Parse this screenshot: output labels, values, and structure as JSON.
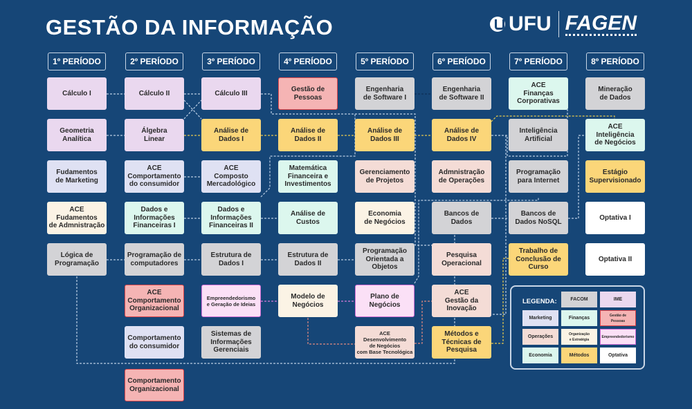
{
  "title": "GESTÃO DA INFORMAÇÃO",
  "logo": {
    "ufu": "UFU",
    "fagen": "FAGEN"
  },
  "categories": {
    "facom": {
      "bg": "#d3d3d6",
      "border": "#d3d3d6"
    },
    "ime": {
      "bg": "#ead8ef",
      "border": "#ead8ef"
    },
    "marketing": {
      "bg": "#dfe1f3",
      "border": "#dfe1f3"
    },
    "financas": {
      "bg": "#dcf7ee",
      "border": "#dcf7ee"
    },
    "gestao": {
      "bg": "#f5b4b4",
      "border": "#e2474a"
    },
    "operacoes": {
      "bg": "#f4dcd6",
      "border": "#f4dcd6"
    },
    "organizacao": {
      "bg": "#fbf3e5",
      "border": "#fbf3e5"
    },
    "empreendedorismo": {
      "bg": "#fbe0f6",
      "border": "#d46ed6"
    },
    "economia": {
      "bg": "#dcf7ee",
      "border": "#dcf7ee"
    },
    "metodos": {
      "bg": "#fbd679",
      "border": "#fbd679"
    },
    "optativa": {
      "bg": "#ffffff",
      "border": "#ffffff"
    }
  },
  "columns": [
    {
      "header": "1º PERÍODO",
      "courses": [
        {
          "row": 0,
          "label": "Cálculo I",
          "cat": "ime"
        },
        {
          "row": 1,
          "label": "Geometria\nAnalítica",
          "cat": "ime"
        },
        {
          "row": 2,
          "label": "Fudamentos\nde Marketing",
          "cat": "marketing"
        },
        {
          "row": 3,
          "label": "ACE\nFudamentos\nde Admnistração",
          "cat": "organizacao"
        },
        {
          "row": 4,
          "label": "Lógica de\nProgramação",
          "cat": "facom"
        }
      ]
    },
    {
      "header": "2º PERÍODO",
      "courses": [
        {
          "row": 0,
          "label": "Cálculo II",
          "cat": "ime"
        },
        {
          "row": 1,
          "label": "Álgebra\nLinear",
          "cat": "ime"
        },
        {
          "row": 2,
          "label": "ACE\nComportamento\ndo consumidor",
          "cat": "marketing"
        },
        {
          "row": 3,
          "label": "Dados e\nInformações\nFinanceiras I",
          "cat": "financas"
        },
        {
          "row": 4,
          "label": "Programação de\ncomputadores",
          "cat": "facom"
        },
        {
          "row": 5,
          "label": "ACE\nComportamento\nOrganizacional",
          "cat": "gestao"
        },
        {
          "row": 6,
          "label": "Comportamento\ndo consumidor",
          "cat": "marketing"
        },
        {
          "row": 7,
          "label": "Comportamento\nOrganizacional",
          "cat": "gestao"
        }
      ]
    },
    {
      "header": "3º PERÍODO",
      "courses": [
        {
          "row": 0,
          "label": "Cálculo III",
          "cat": "ime"
        },
        {
          "row": 1,
          "label": "Análise de\nDados I",
          "cat": "metodos"
        },
        {
          "row": 2,
          "label": "ACE\nComposto\nMercadológico",
          "cat": "marketing"
        },
        {
          "row": 3,
          "label": "Dados e\nInformações\nFinanceiras II",
          "cat": "financas"
        },
        {
          "row": 4,
          "label": "Estrutura de\nDados I",
          "cat": "facom"
        },
        {
          "row": 5,
          "label": "Empreendedorismo\ne Geração de Ideias",
          "cat": "empreendedorismo",
          "small": true
        },
        {
          "row": 6,
          "label": "Sistemas de\nInformações\nGerenciais",
          "cat": "facom"
        }
      ]
    },
    {
      "header": "4º PERÍODO",
      "courses": [
        {
          "row": 0,
          "label": "Gestão de\nPessoas",
          "cat": "gestao"
        },
        {
          "row": 1,
          "label": "Análise de\nDados II",
          "cat": "metodos"
        },
        {
          "row": 2,
          "label": "Matemática\nFinanceira e\nInvestimentos",
          "cat": "financas"
        },
        {
          "row": 3,
          "label": "Análise de\nCustos",
          "cat": "financas"
        },
        {
          "row": 4,
          "label": "Estrutura de\nDados II",
          "cat": "facom"
        },
        {
          "row": 5,
          "label": "Modelo de\nNegócios",
          "cat": "organizacao"
        }
      ]
    },
    {
      "header": "5º PERÍODO",
      "courses": [
        {
          "row": 0,
          "label": "Engenharia\nde Software I",
          "cat": "facom"
        },
        {
          "row": 1,
          "label": "Análise de\nDados III",
          "cat": "metodos"
        },
        {
          "row": 2,
          "label": "Gerenciamento\nde Projetos",
          "cat": "operacoes"
        },
        {
          "row": 3,
          "label": "Economia\nde Negócios",
          "cat": "organizacao"
        },
        {
          "row": 4,
          "label": "Programação\nOrientada a\nObjetos",
          "cat": "facom"
        },
        {
          "row": 5,
          "label": "Plano de\nNegócios",
          "cat": "empreendedorismo"
        },
        {
          "row": 6,
          "label": "ACE\nDesenvolvimento\nde Negócios\ncom Base Tecnológica",
          "cat": "operacoes",
          "small": true
        }
      ]
    },
    {
      "header": "6º PERÍODO",
      "courses": [
        {
          "row": 0,
          "label": "Engenharia\nde Software II",
          "cat": "facom"
        },
        {
          "row": 1,
          "label": "Análise de\nDados IV",
          "cat": "metodos"
        },
        {
          "row": 2,
          "label": "Admnistração\nde Operações",
          "cat": "operacoes"
        },
        {
          "row": 3,
          "label": "Bancos de\nDados",
          "cat": "facom"
        },
        {
          "row": 4,
          "label": "Pesquisa\nOperacional",
          "cat": "operacoes"
        },
        {
          "row": 5,
          "label": "ACE\nGestão da\nInovação",
          "cat": "operacoes"
        },
        {
          "row": 6,
          "label": "Métodos e\nTécnicas de\nPesquisa",
          "cat": "metodos"
        }
      ]
    },
    {
      "header": "7º PERÍODO",
      "courses": [
        {
          "row": 0,
          "label": "ACE\nFinanças\nCorporativas",
          "cat": "financas"
        },
        {
          "row": 1,
          "label": "Inteligência\nArtificial",
          "cat": "facom"
        },
        {
          "row": 2,
          "label": "Programação\npara Internet",
          "cat": "facom"
        },
        {
          "row": 3,
          "label": "Bancos de\nDados NoSQL",
          "cat": "facom"
        },
        {
          "row": 4,
          "label": "Trabalho de\nConclusão de\nCurso",
          "cat": "metodos"
        }
      ]
    },
    {
      "header": "8º PERÍODO",
      "courses": [
        {
          "row": 0,
          "label": "Mineração\nde Dados",
          "cat": "facom"
        },
        {
          "row": 1,
          "label": "ACE\nInteligência\nde Negócios",
          "cat": "economia"
        },
        {
          "row": 2,
          "label": "Estágio\nSupervisionado",
          "cat": "metodos"
        },
        {
          "row": 3,
          "label": "Optativa I",
          "cat": "optativa"
        },
        {
          "row": 4,
          "label": "Optativa II",
          "cat": "optativa"
        }
      ]
    }
  ],
  "legend": {
    "title": "LEGENDA:",
    "items": [
      {
        "label": "FACOM",
        "cat": "facom"
      },
      {
        "label": "IME",
        "cat": "ime"
      },
      {
        "label": "Marketing",
        "cat": "marketing"
      },
      {
        "label": "Finanças",
        "cat": "financas"
      },
      {
        "label": "Gestão de\nPessoas",
        "cat": "gestao"
      },
      {
        "label": "Operações",
        "cat": "operacoes"
      },
      {
        "label": "Organização\ne Estratégia",
        "cat": "organizacao"
      },
      {
        "label": "Empreendedorismo",
        "cat": "empreendedorismo"
      },
      {
        "label": "Economia",
        "cat": "economia"
      },
      {
        "label": "Métodos",
        "cat": "metodos"
      },
      {
        "label": "Optativa",
        "cat": "optativa"
      }
    ]
  }
}
